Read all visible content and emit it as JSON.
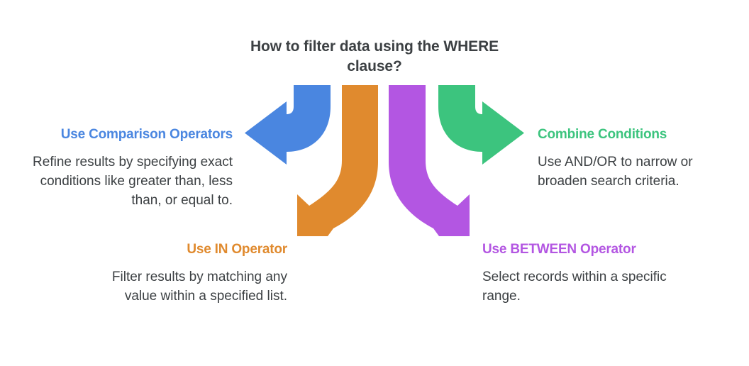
{
  "page": {
    "title": "How to filter data using the WHERE clause?",
    "background_color": "#ffffff",
    "text_color": "#3c4043"
  },
  "colors": {
    "blue": "#4a86e0",
    "orange": "#e08a2e",
    "purple": "#b356e2",
    "green": "#3cc47e",
    "text": "#3c4043"
  },
  "blocks": {
    "comparison": {
      "heading": "Use Comparison Operators",
      "body": "Refine results by specifying exact conditions like greater than, less than, or equal to.",
      "color": "#4a86e0",
      "arrow": "curved-arrow-left"
    },
    "combine": {
      "heading": "Combine Conditions",
      "body": "Use AND/OR to narrow or broaden search criteria.",
      "color": "#3cc47e",
      "arrow": "curved-arrow-right"
    },
    "in_operator": {
      "heading": "Use IN Operator",
      "body": "Filter results by matching any value within a specified list.",
      "color": "#e08a2e",
      "arrow": "curved-arrow-down-left"
    },
    "between_operator": {
      "heading": "Use BETWEEN Operator",
      "body": "Select records within a specific range.",
      "color": "#b356e2",
      "arrow": "curved-arrow-down-right"
    }
  }
}
